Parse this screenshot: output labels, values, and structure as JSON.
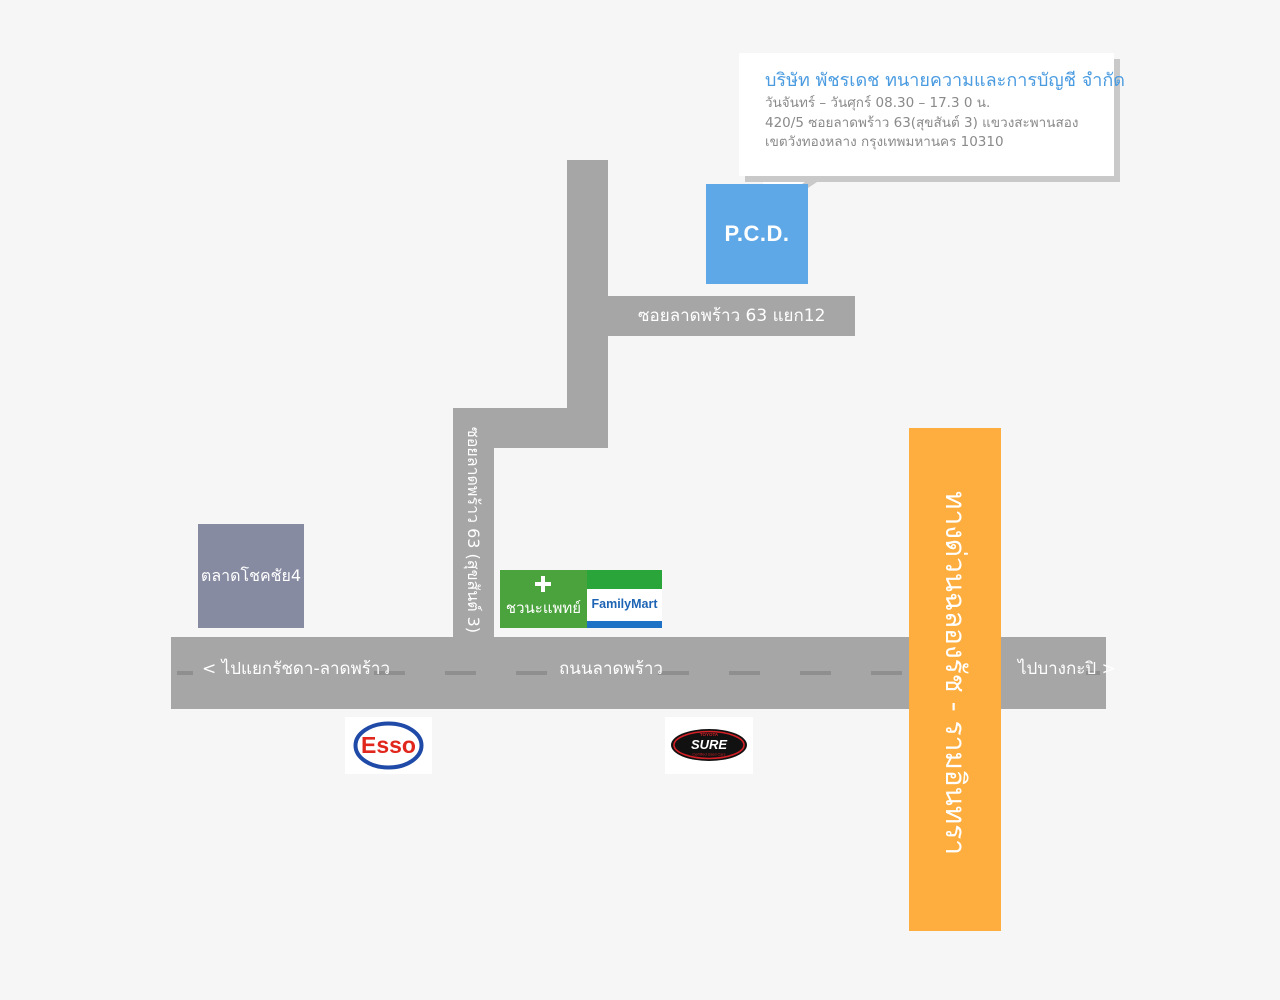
{
  "callout": {
    "title": "บริษัท พัชรเดช ทนายความและการบัญชี จำกัด",
    "hours": "วันจันทร์ – วันศุกร์  08.30 – 17.3 0 น.",
    "address_line1": "420/5 ซอยลาดพร้าว 63(สุขสันต์ 3) แขวงสะพานสอง",
    "address_line2": "เขตวังทองหลาง กรุงเทพมหานคร 10310"
  },
  "office": {
    "label": "P.C.D."
  },
  "roads": {
    "soi_12": "ซอยลาดพร้าว 63 แยก12",
    "soi_63": "ซอยลาดพร้าว 63 (สุขสันต์ 3)",
    "main_road": "ถนนลาดพร้าว",
    "to_left": "< ไปแยกรัชดา-ลาดพร้าว",
    "to_right": "ไปบางกะปิ >",
    "expressway": "ทางด่วนฉลองรัช - รามอินทรา"
  },
  "landmarks": {
    "market": "ตลาดโชคชัย4",
    "pharmacy": "ชวนะแพทย์",
    "familymart": "FamilyMart",
    "esso": "Esso",
    "toyota_sure_top": "TOYOTA",
    "toyota_sure": "SURE",
    "toyota_sure_sub": "Certified Used Cars"
  },
  "colors": {
    "background": "#f6f6f6",
    "road": "#a6a6a6",
    "office_blue": "#5fa8e8",
    "expressway_orange": "#feae3e",
    "market_slate": "#878ba2",
    "pharmacy_green": "#4aa33c",
    "callout_title_blue": "#4a9be0"
  }
}
